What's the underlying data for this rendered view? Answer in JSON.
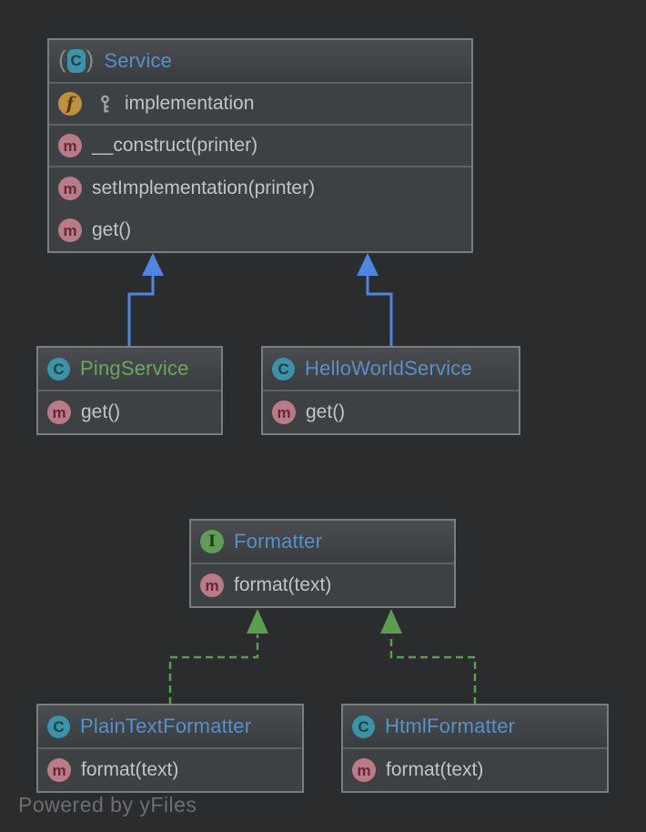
{
  "watermark": "Powered by yFiles",
  "colors": {
    "background": "#2b2c2e",
    "node_body": "#3d4144",
    "node_header_top": "#4a4d4f",
    "node_header_bottom": "#3a3d3f",
    "node_border": "#7b7e80",
    "separator": "#5d6062",
    "member_text": "#c2c4c6",
    "title_blue": "#5791c8",
    "title_green": "#68a85e",
    "extends_edge": "#4e87e1",
    "implements_edge": "#5a9e50",
    "class_icon": "#3b93a8",
    "interface_icon": "#5f9d54",
    "field_icon": "#c0903e",
    "method_icon": "#b97b88",
    "key_icon": "#9aa5ab",
    "watermark_color": "#6d6e6f"
  },
  "icon_letters": {
    "class": "C",
    "interface": "I",
    "field": "f",
    "method": "m"
  },
  "classes": {
    "service": {
      "name": "Service",
      "icon": "abstract-class-icon",
      "field": "implementation",
      "constructor": "__construct(printer)",
      "method1": "setImplementation(printer)",
      "method2": "get()"
    },
    "ping": {
      "name": "PingService",
      "icon": "class-icon",
      "method1": "get()"
    },
    "hello": {
      "name": "HelloWorldService",
      "icon": "class-icon",
      "method1": "get()"
    },
    "formatter": {
      "name": "Formatter",
      "icon": "interface-icon",
      "method1": "format(text)"
    },
    "plain": {
      "name": "PlainTextFormatter",
      "icon": "class-icon",
      "method1": "format(text)"
    },
    "html": {
      "name": "HtmlFormatter",
      "icon": "class-icon",
      "method1": "format(text)"
    }
  },
  "edges": [
    {
      "from": "PingService",
      "to": "Service",
      "type": "extends",
      "style": "solid-blue-arrow"
    },
    {
      "from": "HelloWorldService",
      "to": "Service",
      "type": "extends",
      "style": "solid-blue-arrow"
    },
    {
      "from": "PlainTextFormatter",
      "to": "Formatter",
      "type": "implements",
      "style": "dashed-green-arrow"
    },
    {
      "from": "HtmlFormatter",
      "to": "Formatter",
      "type": "implements",
      "style": "dashed-green-arrow"
    }
  ]
}
